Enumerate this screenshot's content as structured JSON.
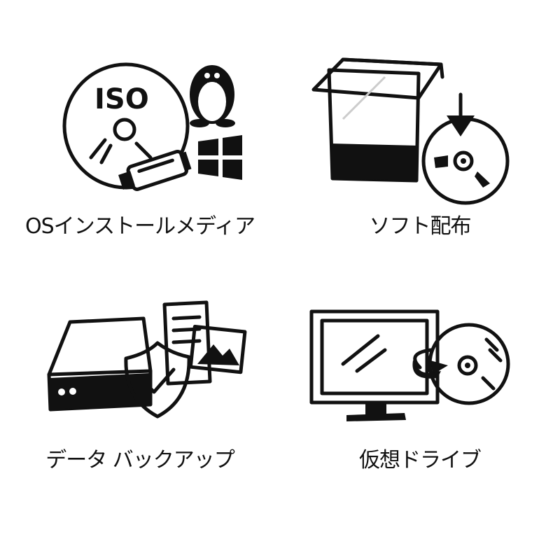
{
  "items": [
    {
      "label": "OSインストールメディア",
      "icon": "os-install-media-icon",
      "disc_text": "ISO"
    },
    {
      "label": "ソフト配布",
      "icon": "software-distribution-icon"
    },
    {
      "label": "データ バックアップ",
      "icon": "data-backup-icon"
    },
    {
      "label": "仮想ドライブ",
      "icon": "virtual-drive-icon"
    }
  ],
  "colors": {
    "ink": "#111111",
    "background": "#ffffff"
  }
}
